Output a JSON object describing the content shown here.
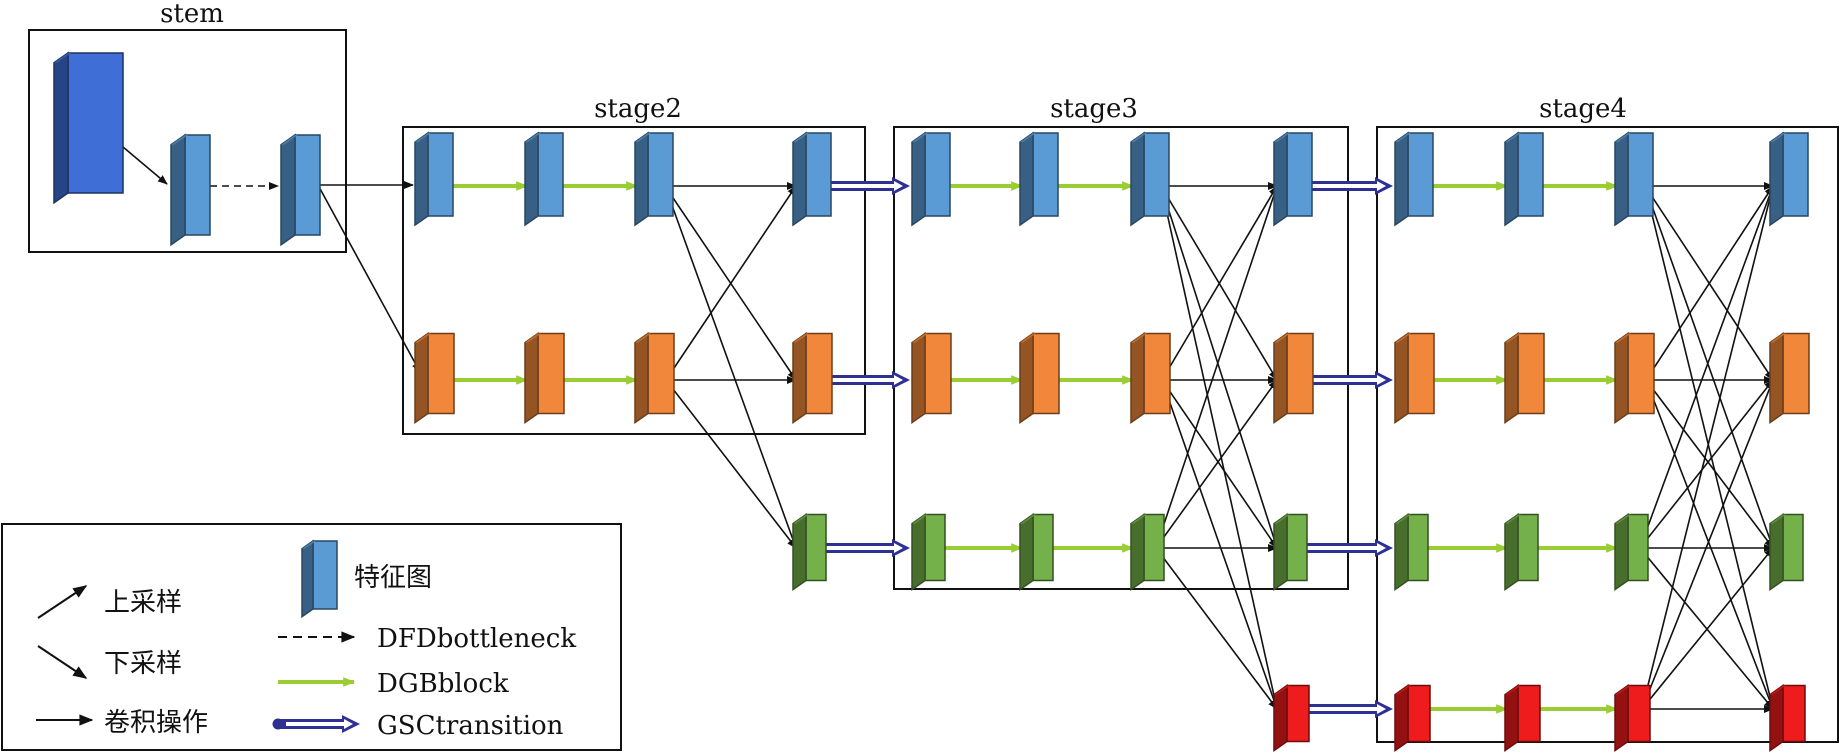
{
  "titles": {
    "stem": "stem",
    "stage2": "stage2",
    "stage3": "stage3",
    "stage4": "stage4"
  },
  "legend": {
    "upsample": "上采样",
    "downsample": "下采样",
    "conv": "卷积操作",
    "feature_map": "特征图",
    "dfd": "DFDbottleneck",
    "dgb": "DGBblock",
    "gsc": "GSCtransition"
  },
  "colors": {
    "blue": "#5b9bd5",
    "orange": "#f0873a",
    "green": "#74b14a",
    "red": "#ee1c1c",
    "stem_blue": "#3f6fd6",
    "dgb_arrow": "#9acd32",
    "gsc_arrow": "#2e3192"
  }
}
